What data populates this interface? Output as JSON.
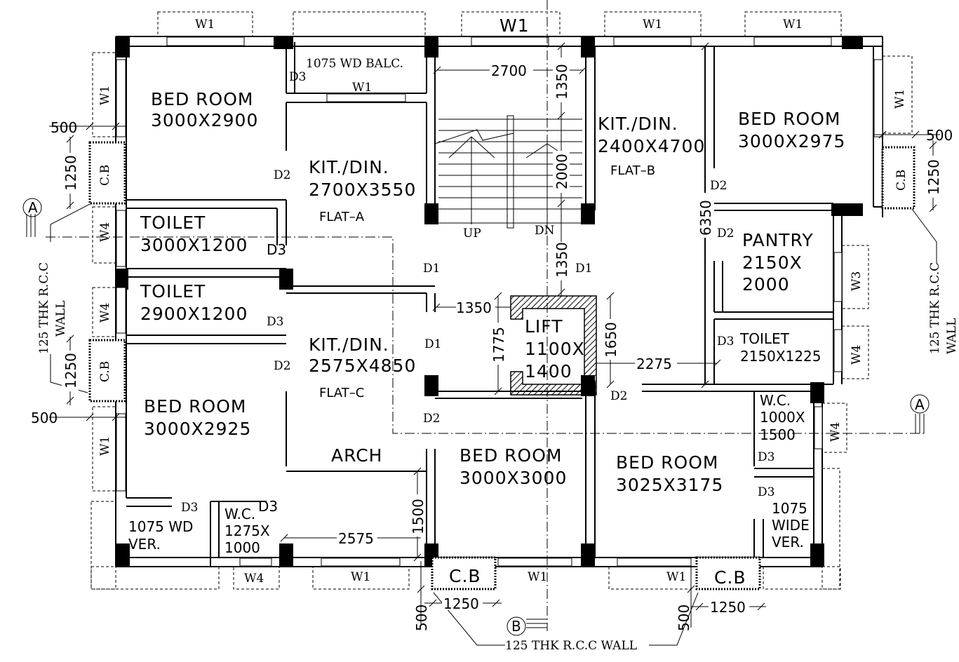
{
  "rooms": {
    "bed1": {
      "name": "BED ROOM",
      "size": "3000X2900"
    },
    "kit_a": {
      "name": "KIT./DIN.",
      "size": "2700X3550",
      "flat": "FLAT–A"
    },
    "kit_b": {
      "name": "KIT./DIN.",
      "size": "2400X4700",
      "flat": "FLAT–B"
    },
    "bed2": {
      "name": "BED ROOM",
      "size": "3000X2975"
    },
    "toilet1": {
      "name": "TOILET",
      "size": "3000X1200"
    },
    "toilet2": {
      "name": "TOILET",
      "size": "2900X1200"
    },
    "pantry": {
      "name": "PANTRY",
      "size1": "2150X",
      "size2": "2000"
    },
    "kit_c": {
      "name": "KIT./DIN.",
      "size": "2575X4850",
      "flat": "FLAT–C"
    },
    "lift": {
      "name": "LIFT",
      "size1": "1100X",
      "size2": "1400"
    },
    "toilet3": {
      "name": "TOILET",
      "size": "2150X1225"
    },
    "bed3": {
      "name": "BED ROOM",
      "size": "3000X2925"
    },
    "wc1": {
      "line1": "W.C.",
      "line2": "1000X",
      "line3": "1500"
    },
    "arch": {
      "name": "ARCH"
    },
    "bed4": {
      "name": "BED ROOM",
      "size": "3000X3000"
    },
    "bed5": {
      "name": "BED ROOM",
      "size": "3025X3175"
    },
    "ver1": {
      "line1": "1075  WD",
      "line2": "VER."
    },
    "wc2": {
      "line1": "W.C.",
      "line2": "1275X",
      "line3": "1000"
    },
    "ver2": {
      "line1": "1075",
      "line2": "WIDE",
      "line3": "VER."
    },
    "balc": {
      "name": "1075 WD BALC."
    }
  },
  "labels": {
    "w1": "W1",
    "w3": "W3",
    "w4": "W4",
    "d1": "D1",
    "d2": "D2",
    "d3": "D3",
    "cb": "C.B",
    "cb_bold": "C.B",
    "up": "UP",
    "dn": "DN",
    "sec_a": "A",
    "sec_b": "B",
    "rcc_wall": "125 THK R.C.C WALL",
    "rcc_line1": "125 THK R.C.C",
    "rcc_line2": "WALL"
  },
  "dims": {
    "d2700": "2700",
    "d1350": "1350",
    "d2000": "2000",
    "d6350": "6350",
    "d500": "500",
    "d1250": "1250",
    "d1775": "1775",
    "d1650": "1650",
    "d2275": "2275",
    "d1500": "1500",
    "d2575": "2575"
  }
}
